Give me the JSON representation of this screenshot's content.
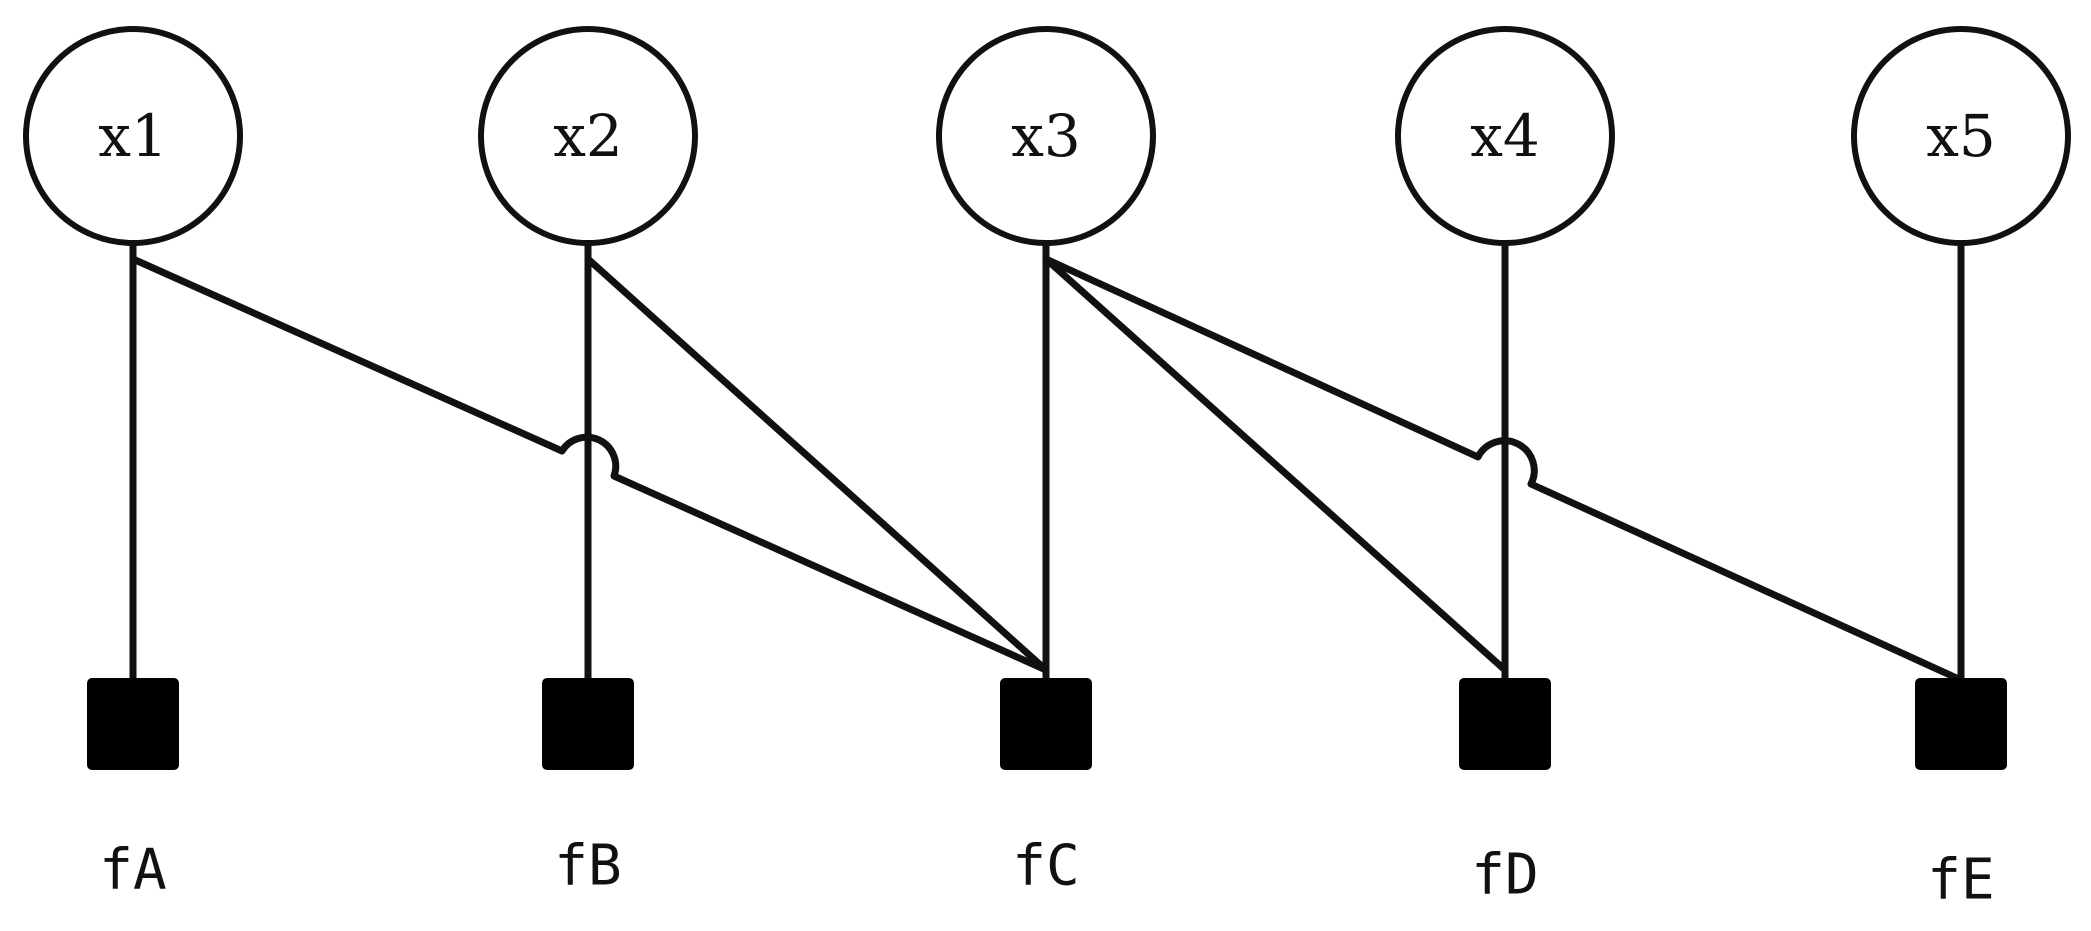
{
  "variables": [
    {
      "id": "x1",
      "label": "x1"
    },
    {
      "id": "x2",
      "label": "x2"
    },
    {
      "id": "x3",
      "label": "x3"
    },
    {
      "id": "x4",
      "label": "x4"
    },
    {
      "id": "x5",
      "label": "x5"
    }
  ],
  "factors": [
    {
      "id": "fA",
      "label": "fA"
    },
    {
      "id": "fB",
      "label": "fB"
    },
    {
      "id": "fC",
      "label": "fC"
    },
    {
      "id": "fD",
      "label": "fD"
    },
    {
      "id": "fE",
      "label": "fE"
    }
  ],
  "edges": [
    {
      "from": "x1",
      "to": "fA"
    },
    {
      "from": "x1",
      "to": "fC"
    },
    {
      "from": "x2",
      "to": "fB"
    },
    {
      "from": "x2",
      "to": "fC"
    },
    {
      "from": "x3",
      "to": "fC"
    },
    {
      "from": "x3",
      "to": "fD"
    },
    {
      "from": "x3",
      "to": "fE"
    },
    {
      "from": "x4",
      "to": "fD"
    },
    {
      "from": "x5",
      "to": "fE"
    }
  ],
  "colors": {
    "line": "#111111",
    "factor_fill": "#000000",
    "background": "#ffffff"
  }
}
